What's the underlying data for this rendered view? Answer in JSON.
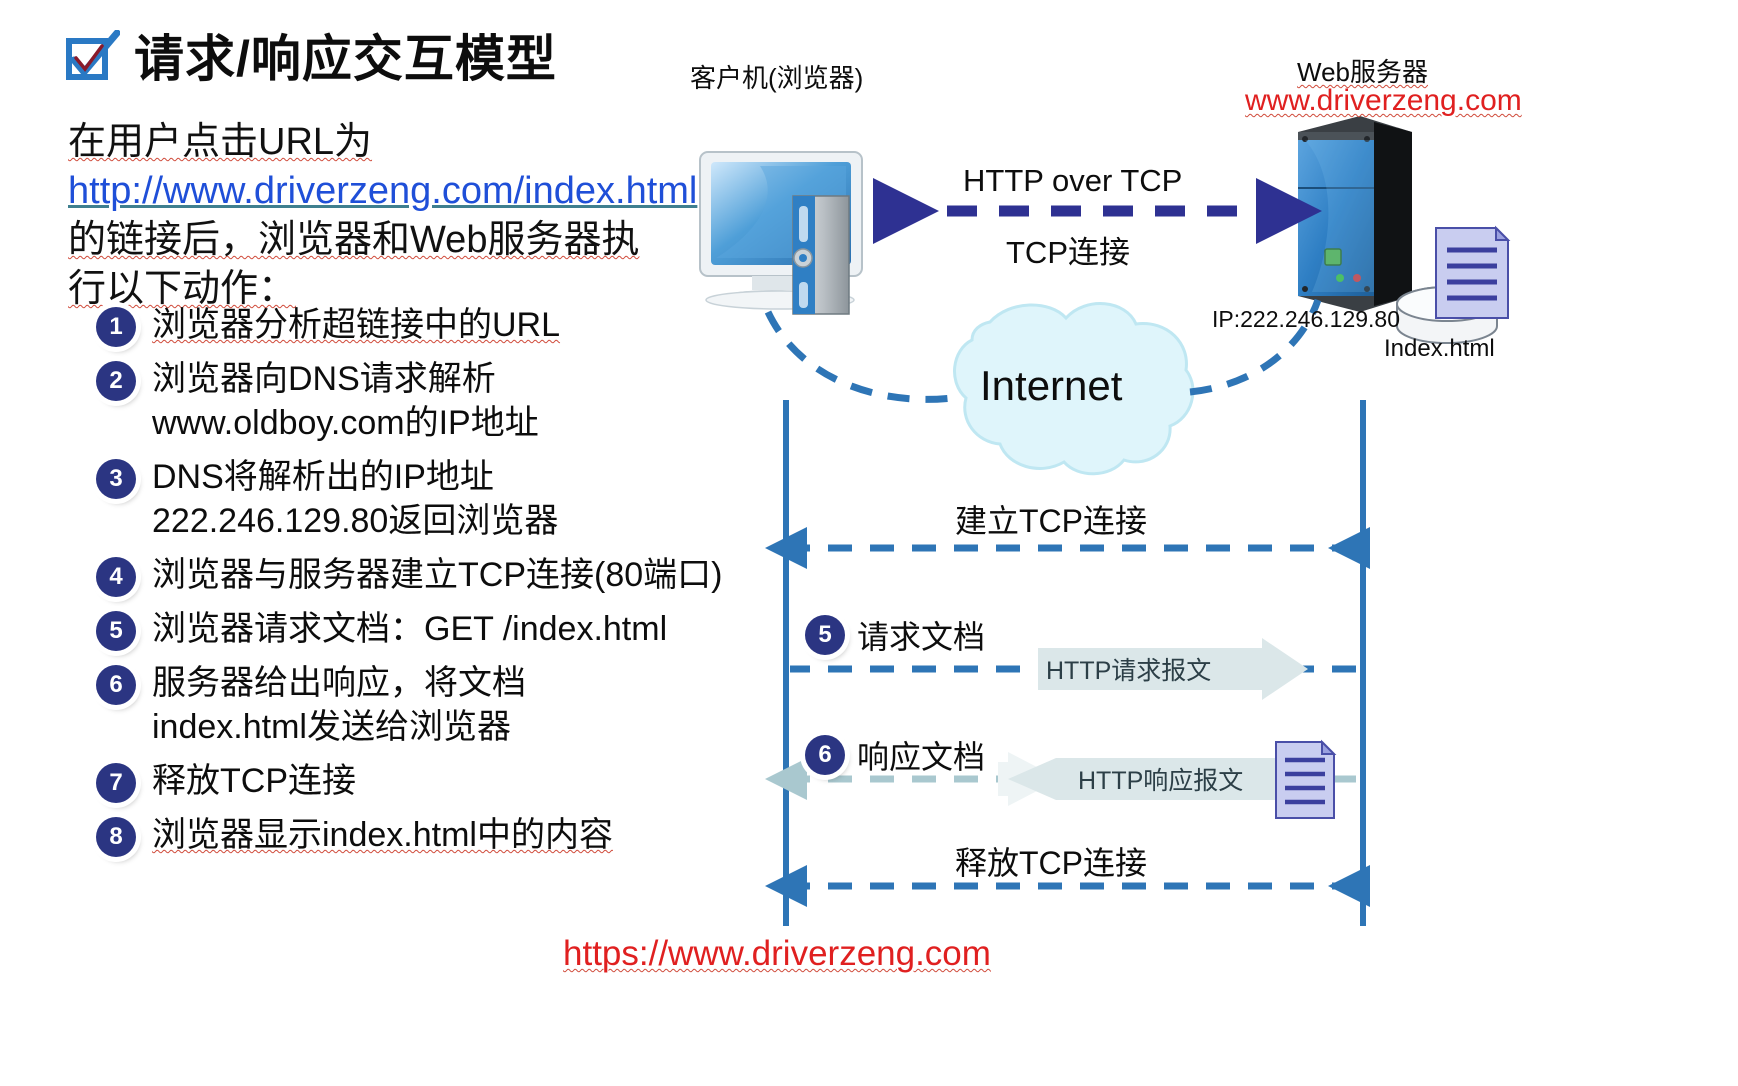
{
  "title": {
    "icon": "checkbox-check-icon",
    "text": "请求/响应交互模型"
  },
  "intro": {
    "line1": "在用户点击URL为",
    "link": "http://www.driverzeng.com/index.html",
    "line2_after_link": "的链接后，浏览器和Web服务器执",
    "line3": "行以下动作："
  },
  "steps": [
    {
      "num": "1",
      "text": "浏览器分析超链接中的URL"
    },
    {
      "num": "2",
      "text": "浏览器向DNS请求解析\nwww.oldboy.com的IP地址"
    },
    {
      "num": "3",
      "text": "DNS将解析出的IP地址\n222.246.129.80返回浏览器"
    },
    {
      "num": "4",
      "text": "浏览器与服务器建立TCP连接(80端口)"
    },
    {
      "num": "5",
      "text": "浏览器请求文档：GET /index.html"
    },
    {
      "num": "6",
      "text": "服务器给出响应，将文档\nindex.html发送给浏览器"
    },
    {
      "num": "7",
      "text": "释放TCP连接"
    },
    {
      "num": "8",
      "text": "浏览器显示index.html中的内容"
    }
  ],
  "diagram": {
    "client_label": "客户机(浏览器)",
    "client_icon": "desktop-computer-icon",
    "server_label": "Web服务器",
    "server_url": "www.driverzeng.com",
    "server_icon": "server-tower-icon",
    "http_over_tcp": "HTTP over TCP",
    "tcp_connection": "TCP连接",
    "internet": "Internet",
    "internet_icon": "cloud-icon",
    "ip_address": "IP:222.246.129.80",
    "index_html": "Index.html",
    "database_icon": "database-document-icon"
  },
  "sequence": {
    "establish_tcp": "建立TCP连接",
    "release_tcp": "释放TCP连接",
    "step5_num": "5",
    "step5_label": "请求文档",
    "step6_num": "6",
    "step6_label": "响应文档",
    "request_message": "HTTP请求报文",
    "response_message": "HTTP响应报文",
    "response_doc_icon": "document-icon"
  },
  "watermark": "https://www.driverzeng.com",
  "colors": {
    "badge_blue": "#2b3582",
    "link_blue": "#1f4fd8",
    "red": "#e02020",
    "arrow_navy": "#2e3192",
    "arrow_blue": "#2e75b6",
    "cloud": "#dff5fb",
    "callout_bg": "#dbe7e9"
  }
}
